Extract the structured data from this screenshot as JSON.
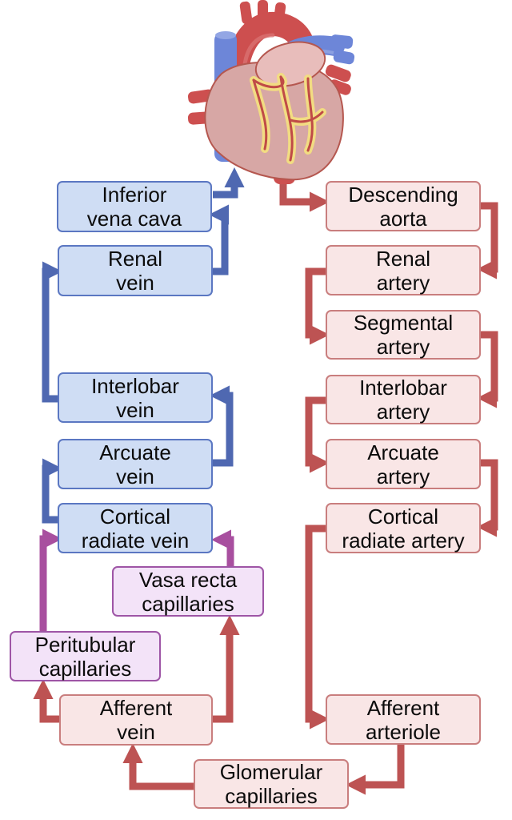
{
  "diagram": {
    "nodes": {
      "inferior_vena_cava": {
        "label": "Inferior\nvena cava",
        "type": "vein"
      },
      "renal_vein": {
        "label": "Renal\nvein",
        "type": "vein"
      },
      "interlobar_vein": {
        "label": "Interlobar\nvein",
        "type": "vein"
      },
      "arcuate_vein": {
        "label": "Arcuate\nvein",
        "type": "vein"
      },
      "cortical_radiate_vein": {
        "label": "Cortical\nradiate vein",
        "type": "vein"
      },
      "descending_aorta": {
        "label": "Descending\naorta",
        "type": "artery"
      },
      "renal_artery": {
        "label": "Renal\nartery",
        "type": "artery"
      },
      "segmental_artery": {
        "label": "Segmental\nartery",
        "type": "artery"
      },
      "interlobar_artery": {
        "label": "Interlobar\nartery",
        "type": "artery"
      },
      "arcuate_artery": {
        "label": "Arcuate\nartery",
        "type": "artery"
      },
      "cortical_radiate_artery": {
        "label": "Cortical\nradiate artery",
        "type": "artery"
      },
      "afferent_arteriole": {
        "label": "Afferent\narteriole",
        "type": "artery"
      },
      "vasa_recta_capillaries": {
        "label": "Vasa recta\ncapillaries",
        "type": "capillary"
      },
      "peritubular_capillaries": {
        "label": "Peritubular\ncapillaries",
        "type": "capillary"
      },
      "afferent_vein": {
        "label": "Afferent\nvein",
        "type": "artery"
      },
      "glomerular_capillaries": {
        "label": "Glomerular\ncapillaries",
        "type": "artery"
      }
    },
    "colors": {
      "vein_fill": "#cfddf4",
      "vein_border": "#5b77c2",
      "vein_arrow": "#4f68b1",
      "artery_fill": "#f9e6e6",
      "artery_border": "#c97e7e",
      "artery_arrow": "#bd5353",
      "capillary_fill": "#f3e3f8",
      "capillary_border": "#9e55a6",
      "capillary_arrow": "#a84f9f",
      "heart_red": "#cd4f4f",
      "heart_blue": "#6d86d8",
      "heart_body": "#d7a7a5",
      "heart_atrium": "#e8bdbb",
      "heart_fat": "#f2dc82"
    }
  }
}
